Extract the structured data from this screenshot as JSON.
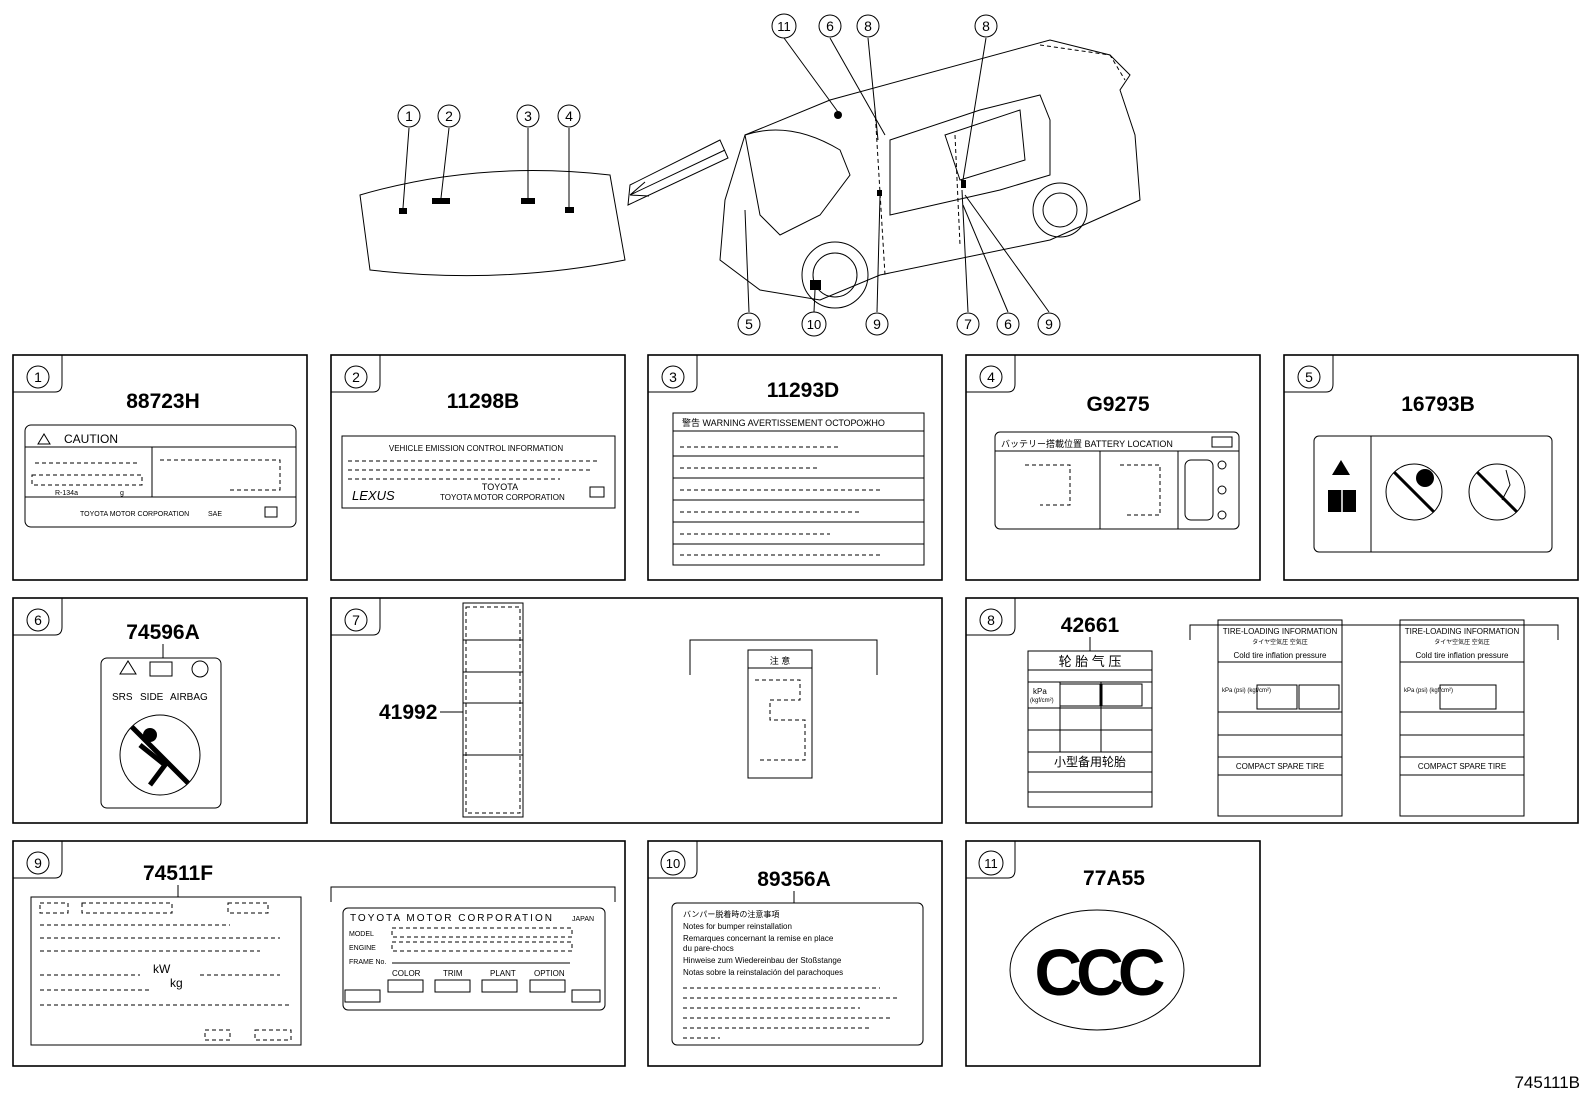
{
  "callouts": [
    "1",
    "2",
    "3",
    "4",
    "5",
    "6",
    "7",
    "8",
    "9",
    "10",
    "11"
  ],
  "overview": {
    "windshield_callouts": [
      "1",
      "2",
      "3",
      "4"
    ],
    "top_callouts": [
      "11",
      "6",
      "8",
      "8"
    ],
    "bottom_callouts": [
      "5",
      "10",
      "9",
      "7",
      "6",
      "9"
    ]
  },
  "panels": [
    {
      "index": "1",
      "part_no": "88723H",
      "text": {
        "caution": "CAUTION",
        "r134a": "R-134a",
        "grams": "g",
        "company": "TOYOTA MOTOR CORPORATION",
        "sae": "SAE"
      }
    },
    {
      "index": "2",
      "part_no": "11298B",
      "text": {
        "heading": "VEHICLE EMISSION CONTROL INFORMATION",
        "toyota": "TOYOTA",
        "lexus": "LEXUS",
        "corp": "TOYOTA MOTOR CORPORATION"
      }
    },
    {
      "index": "3",
      "part_no": "11293D",
      "text": {
        "heading": "警告 WARNING AVERTISSEMENT ОСТОРОЖНО"
      }
    },
    {
      "index": "4",
      "part_no": "G9275",
      "text": {
        "heading": "バッテリー搭載位置  BATTERY LOCATION"
      }
    },
    {
      "index": "5",
      "part_no": "16793B"
    },
    {
      "index": "6",
      "part_no": "74596A",
      "text": {
        "srs": "SRS",
        "side": "SIDE",
        "airbag": "AIRBAG"
      }
    },
    {
      "index": "7",
      "part_no": "41992",
      "text": {
        "small_heading": "注 意"
      }
    },
    {
      "index": "8",
      "part_no": "42661",
      "text": {
        "cn_title": "轮 胎 气 压",
        "kpa": "kPa",
        "kgf": "(kgf/cm²)",
        "cn_spare": "小型备用轮胎",
        "tire_loading": "TIRE-LOADING INFORMATION",
        "tire_loading_jp": "タイヤ空気圧 空気圧",
        "cold": "Cold tire inflation pressure",
        "kpa_psi": "kPa (psi) (kgf/cm²)",
        "compact_spare": "COMPACT SPARE TIRE"
      }
    },
    {
      "index": "9",
      "part_no": "74511F",
      "text": {
        "kw": "kW",
        "kg": "kg",
        "company": "TOYOTA MOTOR CORPORATION",
        "japan": "JAPAN",
        "model": "MODEL",
        "engine": "ENGINE",
        "frame": "FRAME No.",
        "color": "COLOR",
        "trim": "TRIM",
        "plant": "PLANT",
        "option": "OPTION"
      }
    },
    {
      "index": "10",
      "part_no": "89356A",
      "text": {
        "l1": "バンパー脱着時の注意事項",
        "l2": "Notes for bumper reinstallation",
        "l3": "Remarques concernant la remise en place",
        "l4": "du pare-chocs",
        "l5": "Hinweise zum Wiedereinbau der Stoßstange",
        "l6": "Notas sobre la reinstalación del parachoques"
      }
    },
    {
      "index": "11",
      "part_no": "77A55",
      "text": {
        "mark": "CCC"
      }
    }
  ],
  "figure_id": "745111B"
}
